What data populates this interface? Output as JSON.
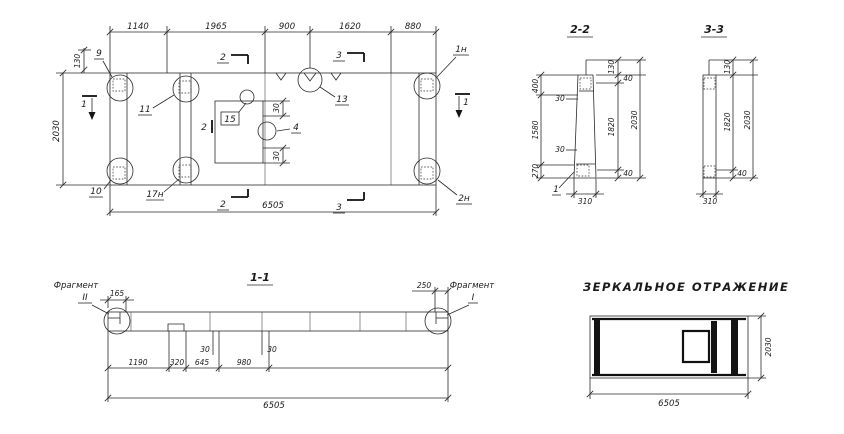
{
  "plan": {
    "dims_top": [
      "1140",
      "1965",
      "900",
      "1620",
      "880"
    ],
    "dim_height": "2030",
    "dim_offset_130": "130",
    "dim_total": "6505",
    "pos_9": "9",
    "pos_11": "11",
    "pos_10": "10",
    "pos_17n": "17н",
    "pos_13": "13",
    "pos_1n": "1н",
    "pos_2n": "2н",
    "pos_15": "15",
    "pos_4": "4",
    "pos_2_opening": "2",
    "dim_30_top": "30",
    "dim_30_bottom": "30",
    "sec1_left": "1",
    "sec1_right": "1",
    "sec2_top": "2",
    "sec2_bottom": "2",
    "sec3_top": "3",
    "sec3_bottom": "3"
  },
  "section22": {
    "title": "2-2",
    "dim_400": "400",
    "dim_1580": "1580",
    "dim_270": "270",
    "dim_30_a": "30",
    "dim_30_b": "30",
    "dim_130": "130",
    "dim_40_top": "40",
    "dim_1820": "1820",
    "dim_40_bottom": "40",
    "dim_2030": "2030",
    "dim_310": "310",
    "pos_1": "1"
  },
  "section33": {
    "title": "3-3",
    "dim_130": "130",
    "dim_1820": "1820",
    "dim_40": "40",
    "dim_2030": "2030",
    "dim_310": "310"
  },
  "section11": {
    "title": "1-1",
    "fragment_word_left": "Фрагмент",
    "fragment_num_left": "II",
    "fragment_word_right": "Фрагмент",
    "fragment_num_right": "I",
    "dim_165": "165",
    "dim_250": "250",
    "dim_30_a": "30",
    "dim_30_b": "30",
    "dims_chain": [
      "1190",
      "320",
      "645",
      "980"
    ],
    "dim_total": "6505"
  },
  "mirror": {
    "title": "ЗЕРКАЛЬНОЕ ОТРАЖЕНИЕ",
    "dim_2030": "2030",
    "dim_6505": "6505"
  }
}
